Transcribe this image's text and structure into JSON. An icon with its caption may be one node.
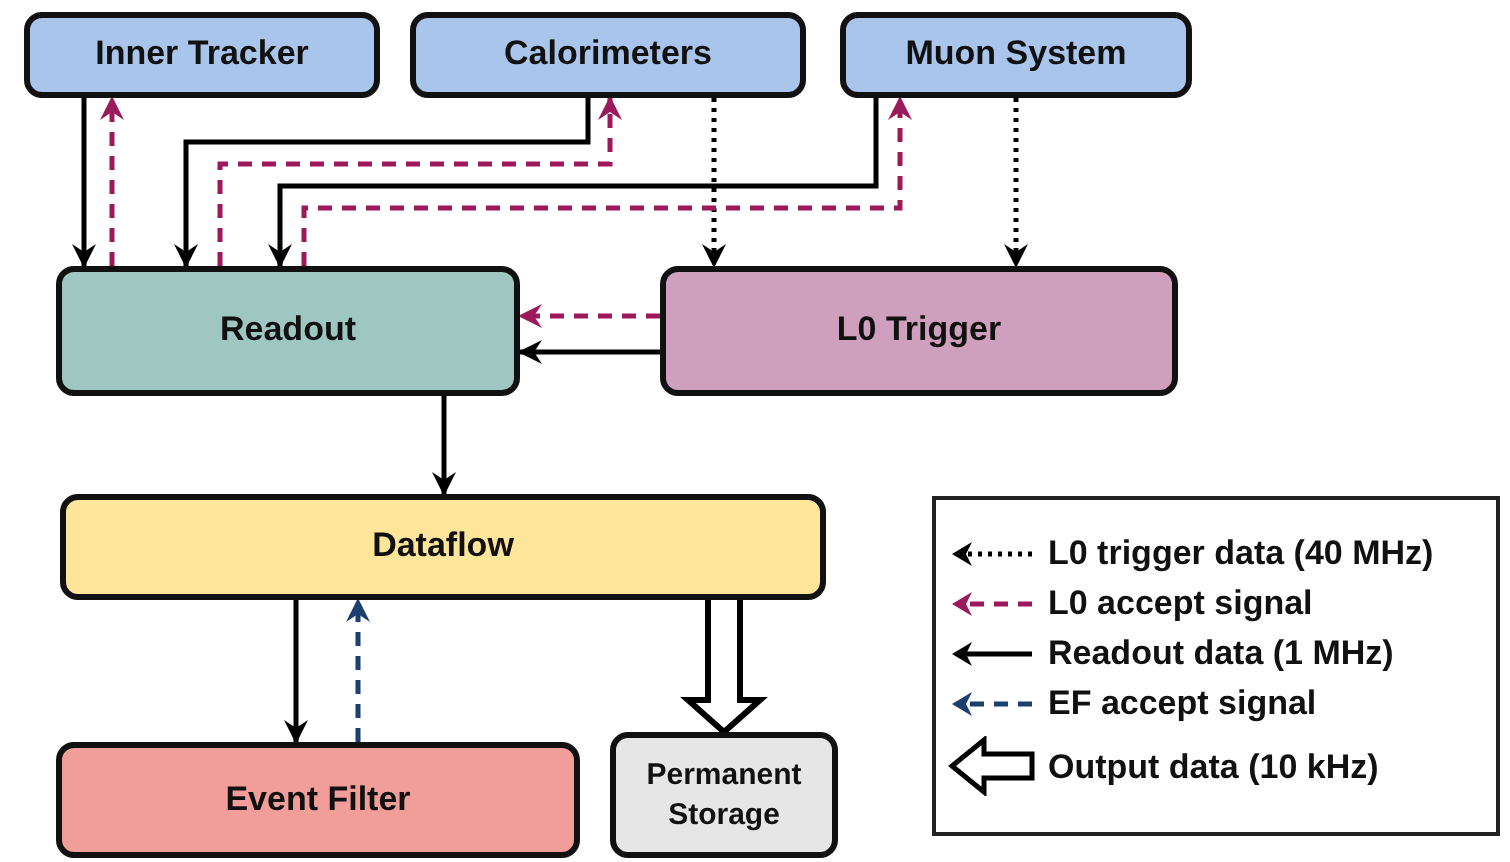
{
  "diagram": {
    "nodes": [
      {
        "text": [
          "Inner Tracker"
        ]
      },
      {
        "text": [
          "Calorimeters"
        ]
      },
      {
        "text": [
          "Muon System"
        ]
      },
      {
        "text": [
          "Readout"
        ]
      },
      {
        "text": [
          "L0 Trigger"
        ]
      },
      {
        "text": [
          "Dataflow"
        ]
      },
      {
        "text": [
          "Event Filter"
        ]
      },
      {
        "text": [
          "Permanent Storage"
        ]
      }
    ],
    "edges": [
      {
        "from": 0,
        "to": 3,
        "arrow": "to"
      },
      {
        "from": 3,
        "to": 0,
        "arrow": "to",
        "style": "dashed",
        "color": "#9c1a5b"
      },
      {
        "from": 1,
        "to": 3,
        "arrow": "to"
      },
      {
        "from": 3,
        "to": 1,
        "arrow": "to",
        "style": "dashed",
        "color": "#9c1a5b"
      },
      {
        "from": 1,
        "to": 4,
        "arrow": "to",
        "style": "dashed"
      },
      {
        "from": 2,
        "to": 3,
        "arrow": "to"
      },
      {
        "from": 3,
        "to": 2,
        "arrow": "to",
        "style": "dashed",
        "color": "#9c1a5b"
      },
      {
        "from": 2,
        "to": 4,
        "arrow": "to",
        "style": "dashed"
      },
      {
        "from": 4,
        "to": 3,
        "arrow": "to",
        "style": "dashed",
        "color": "#9c1a5b"
      },
      {
        "from": 4,
        "to": 3,
        "arrow": "to"
      },
      {
        "from": 3,
        "to": 5,
        "arrow": "to"
      },
      {
        "from": 5,
        "to": 6,
        "arrow": "to"
      },
      {
        "from": 6,
        "to": 5,
        "arrow": "to",
        "style": "dashed",
        "color": "#1b3f6e"
      },
      {
        "from": 5,
        "to": 7,
        "arrow": "to",
        "style": "thick"
      }
    ],
    "legend": [
      {
        "text": "L0 trigger data (40 MHz)"
      },
      {
        "text": "L0 accept signal"
      },
      {
        "text": "Readout data (1 MHz)"
      },
      {
        "text": "EF accept signal"
      },
      {
        "text": "Output data (10 kHz)"
      }
    ]
  }
}
